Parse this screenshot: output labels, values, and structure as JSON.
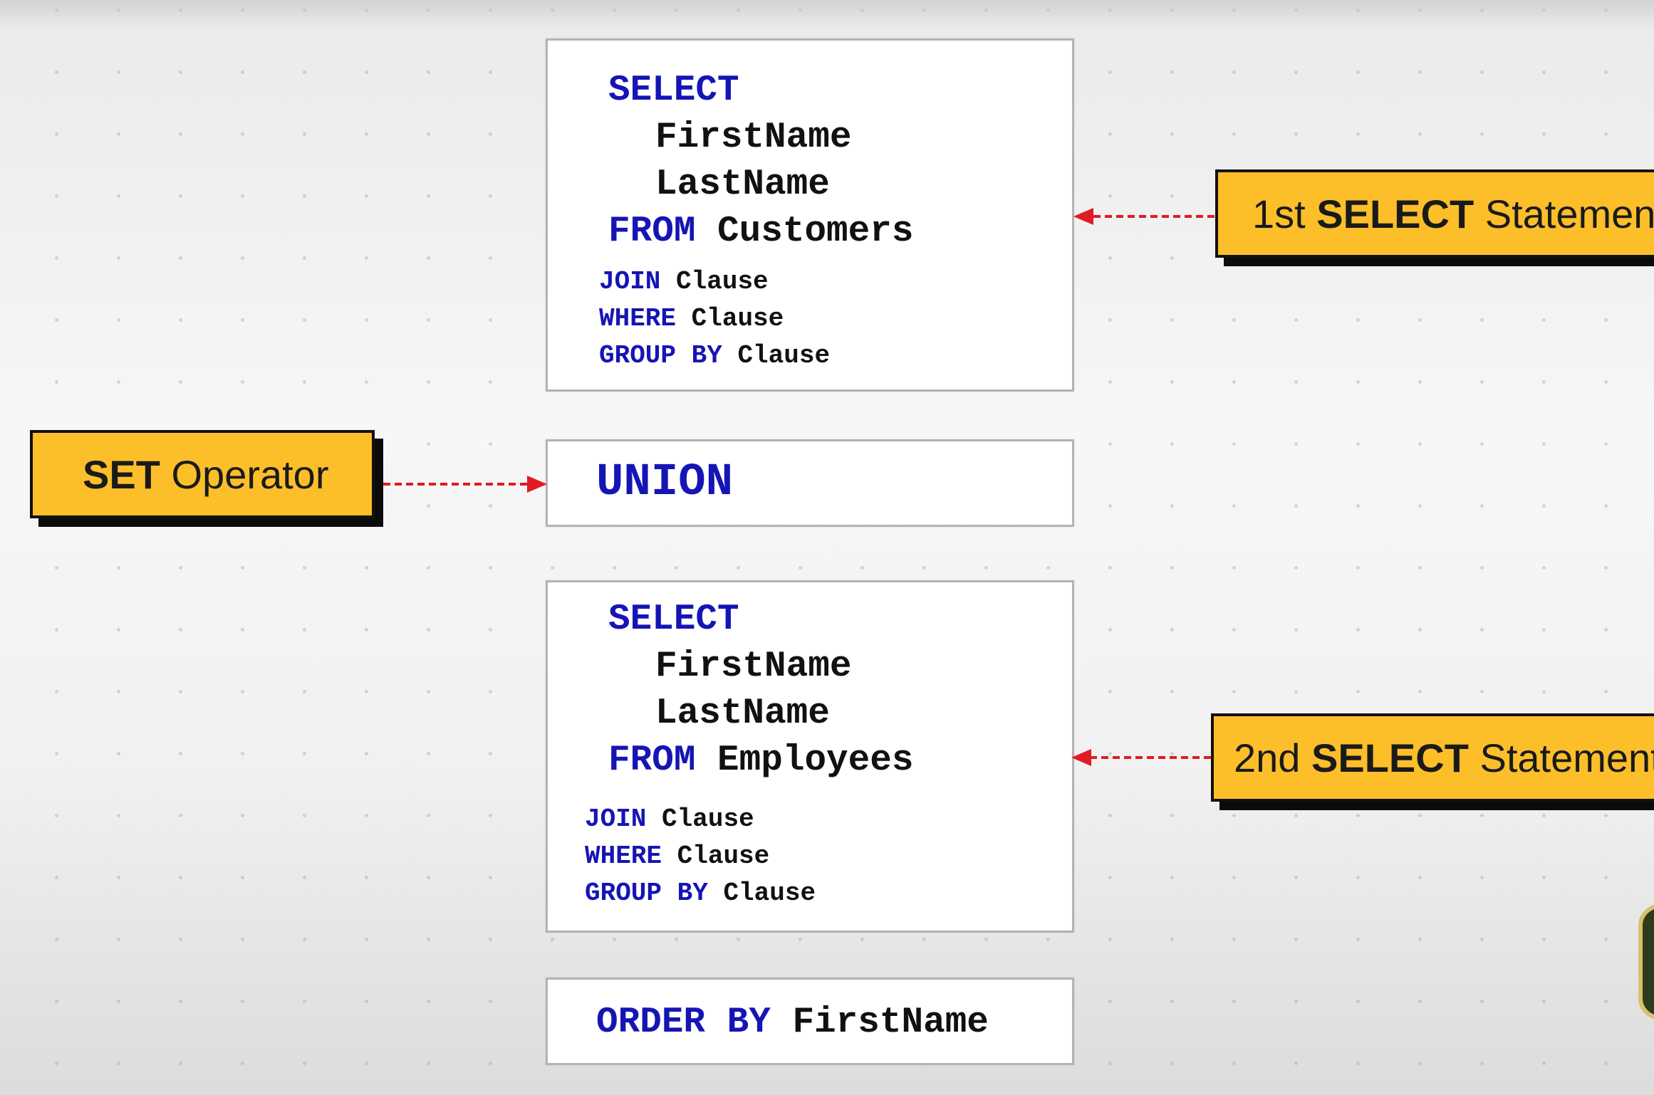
{
  "select1": {
    "select": "SELECT",
    "col1": "FirstName",
    "col2": "LastName",
    "from": "FROM",
    "table": "Customers",
    "join": "JOIN",
    "join_clause": "Clause",
    "where": "WHERE",
    "where_clause": "Clause",
    "group_by": "GROUP BY",
    "group_clause": "Clause"
  },
  "union": {
    "keyword": "UNION"
  },
  "select2": {
    "select": "SELECT",
    "col1": "FirstName",
    "col2": "LastName",
    "from": "FROM",
    "table": "Employees",
    "join": "JOIN",
    "join_clause": "Clause",
    "where": "WHERE",
    "where_clause": "Clause",
    "group_by": "GROUP BY",
    "group_clause": "Clause"
  },
  "order": {
    "keyword": "ORDER BY",
    "column": "FirstName"
  },
  "labels": {
    "first": {
      "prefix": "1st",
      "bold": "SELECT",
      "suffix": "Statement"
    },
    "set": {
      "bold": "SET",
      "suffix": "Operator"
    },
    "second": {
      "prefix": "2nd",
      "bold": "SELECT",
      "suffix": "Statement"
    }
  },
  "colors": {
    "keyword": "#1515b5",
    "label_fill": "#fcbf2a",
    "arrow": "#e01b24"
  }
}
